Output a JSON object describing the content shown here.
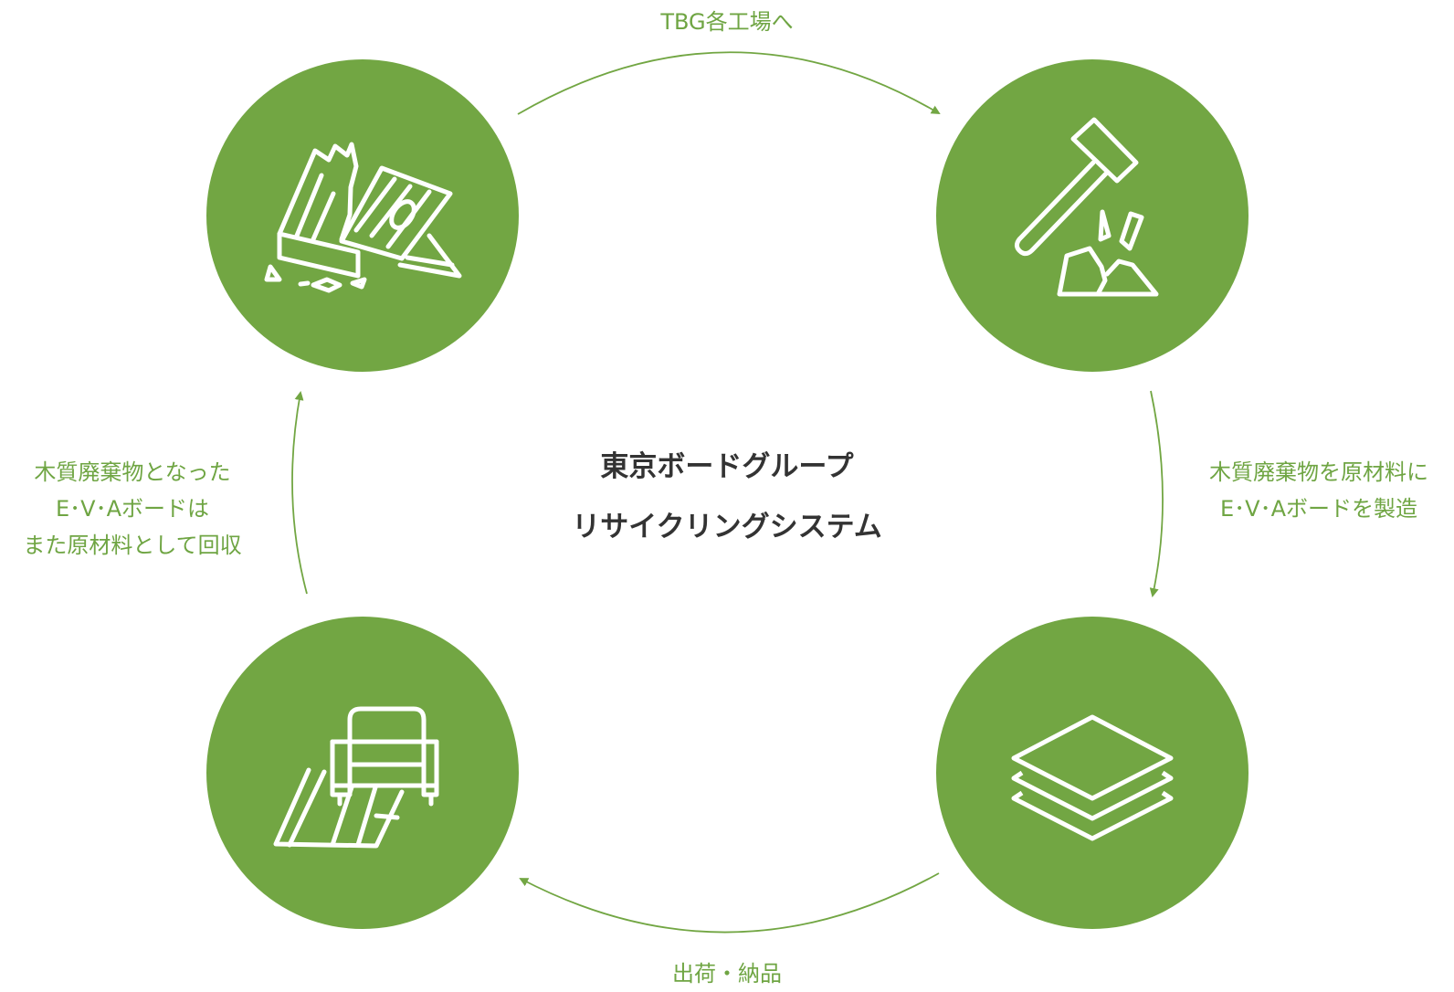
{
  "colors": {
    "accent": "#72a643",
    "text": "#333333",
    "label": "#6fa543",
    "background": "#ffffff"
  },
  "center": {
    "line1": "東京ボードグループ",
    "line2": "リサイクリングシステム"
  },
  "steps": [
    {
      "id": "wood-waste",
      "icon": "broken-wood-planks-icon"
    },
    {
      "id": "crushing",
      "icon": "hammer-crushing-icon"
    },
    {
      "id": "board",
      "icon": "stacked-boards-icon"
    },
    {
      "id": "furniture",
      "icon": "armchair-flooring-icon"
    }
  ],
  "arrows": {
    "top": {
      "text": "TBG各工場へ"
    },
    "right": {
      "line1": "木質廃棄物を原材料に",
      "line2": "E･V･Aボードを製造"
    },
    "bottom": {
      "text": "出荷・納品"
    },
    "left": {
      "line1": "木質廃棄物となった",
      "line2": "E･V･Aボードは",
      "line3": "また原材料として回収"
    }
  }
}
